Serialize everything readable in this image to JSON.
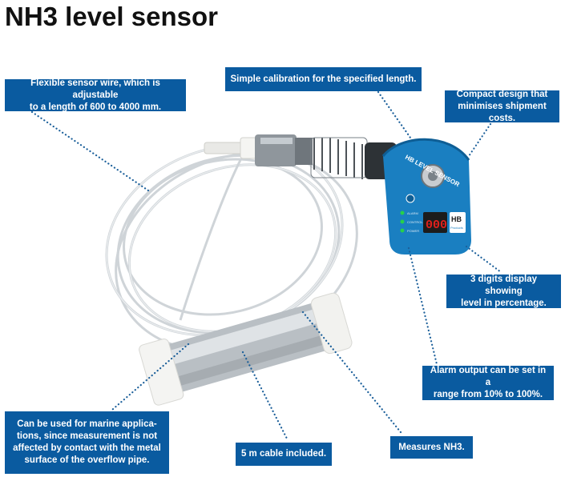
{
  "title": "NH3 level sensor",
  "callouts": {
    "wire": "Flexible sensor wire, which is adjustable\nto a length of 600 to 4000 mm.",
    "calibration": "Simple calibration for the specified length.",
    "compact": "Compact design that\nminimises shipment costs.",
    "display": "3 digits display showing\nlevel in percentage.",
    "alarm": "Alarm output can be set in a\nrange from 10% to 100%.",
    "marine": "Can be used for marine applica-\ntions, since measurement is not\naffected by contact with the metal\nsurface of the overflow pipe.",
    "cable": "5 m cable included.",
    "measures": "Measures NH3."
  },
  "device": {
    "label": "HB LEVEL SENSOR",
    "brand": "HB",
    "brand_sub": "Products",
    "display_value": "000",
    "leds": [
      "ALARM",
      "CONTROL",
      "POWER"
    ]
  },
  "colors": {
    "callout_bg": "#0a5ba0",
    "device_blue": "#1a7fc1",
    "display_red": "#e0201c",
    "dots": "#1b5f9a"
  }
}
